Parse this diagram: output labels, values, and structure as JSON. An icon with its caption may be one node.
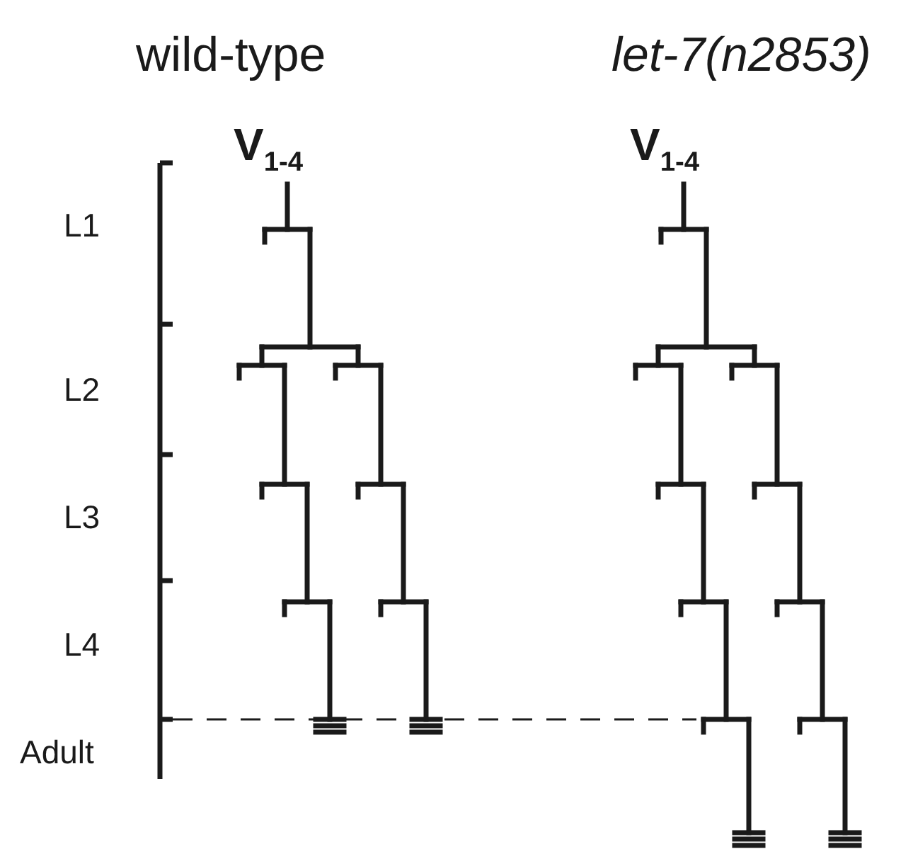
{
  "diagram": {
    "labels": [
      "wild-type",
      "let-7(n2853)",
      "V$_{1-4}$",
      "V$_{1-4}$",
      "L1",
      "L2",
      "L3",
      "L4",
      "Adult"
    ]
  }
}
